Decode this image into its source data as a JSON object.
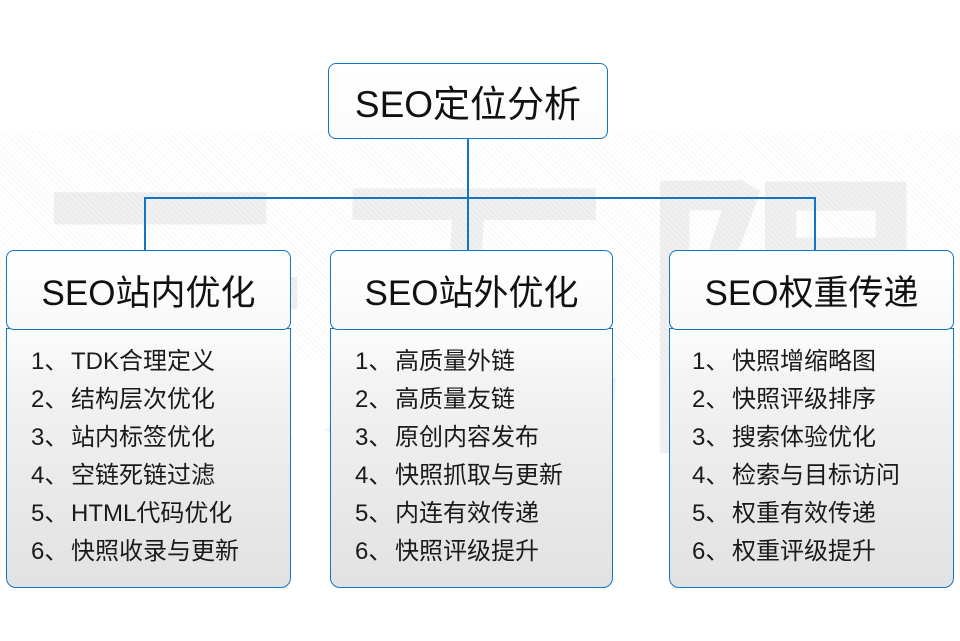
{
  "watermark": {
    "text": "云无限"
  },
  "colors": {
    "accent": "#1275bf",
    "text": "#111111",
    "panel_top": "#fdfdfd",
    "panel_bottom": "#e2e2e2",
    "watermark": "#f0f0f0"
  },
  "diagram": {
    "root": {
      "title": "SEO定位分析"
    },
    "branches": [
      {
        "title": "SEO站内优化",
        "items": [
          {
            "num": "1、",
            "text": "TDK合理定义"
          },
          {
            "num": "2、",
            "text": "结构层次优化"
          },
          {
            "num": "3、",
            "text": "站内标签优化"
          },
          {
            "num": "4、",
            "text": "空链死链过滤"
          },
          {
            "num": "5、",
            "text": "HTML代码优化"
          },
          {
            "num": "6、",
            "text": "快照收录与更新"
          }
        ]
      },
      {
        "title": "SEO站外优化",
        "items": [
          {
            "num": "1、",
            "text": "高质量外链"
          },
          {
            "num": "2、",
            "text": "高质量友链"
          },
          {
            "num": "3、",
            "text": "原创内容发布"
          },
          {
            "num": "4、",
            "text": "快照抓取与更新"
          },
          {
            "num": "5、",
            "text": "内连有效传递"
          },
          {
            "num": "6、",
            "text": "快照评级提升"
          }
        ]
      },
      {
        "title": "SEO权重传递",
        "items": [
          {
            "num": "1、",
            "text": "快照增缩略图"
          },
          {
            "num": "2、",
            "text": "快照评级排序"
          },
          {
            "num": "3、",
            "text": "搜索体验优化"
          },
          {
            "num": "4、",
            "text": "检索与目标访问"
          },
          {
            "num": "5、",
            "text": "权重有效传递"
          },
          {
            "num": "6、",
            "text": "权重评级提升"
          }
        ]
      }
    ]
  }
}
